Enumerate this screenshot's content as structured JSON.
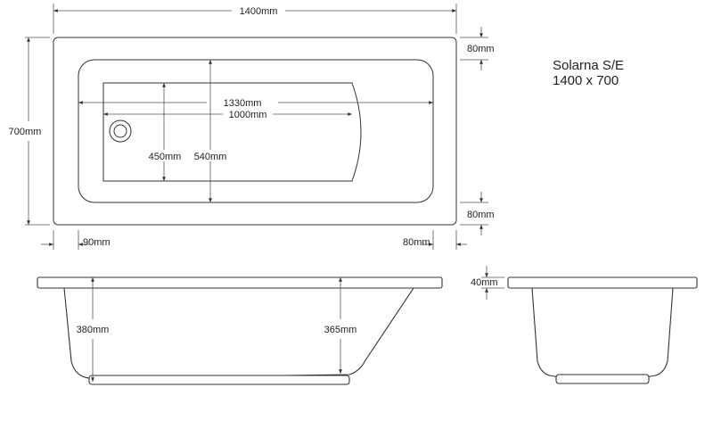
{
  "title": {
    "name": "Solarna S/E",
    "size": "1400 x 700"
  },
  "dimensions": {
    "overall_length": "1400mm",
    "overall_width": "700mm",
    "inner_length": "1330mm",
    "base_length": "1000mm",
    "base_width": "450mm",
    "inner_width": "540mm",
    "rim_top": "80mm",
    "rim_bottom": "80mm",
    "rim_left": "90mm",
    "rim_right": "80mm",
    "rim_thickness": "40mm",
    "depth_left": "380mm",
    "depth_right": "365mm"
  },
  "colors": {
    "line": "#333333",
    "background": "#ffffff"
  }
}
